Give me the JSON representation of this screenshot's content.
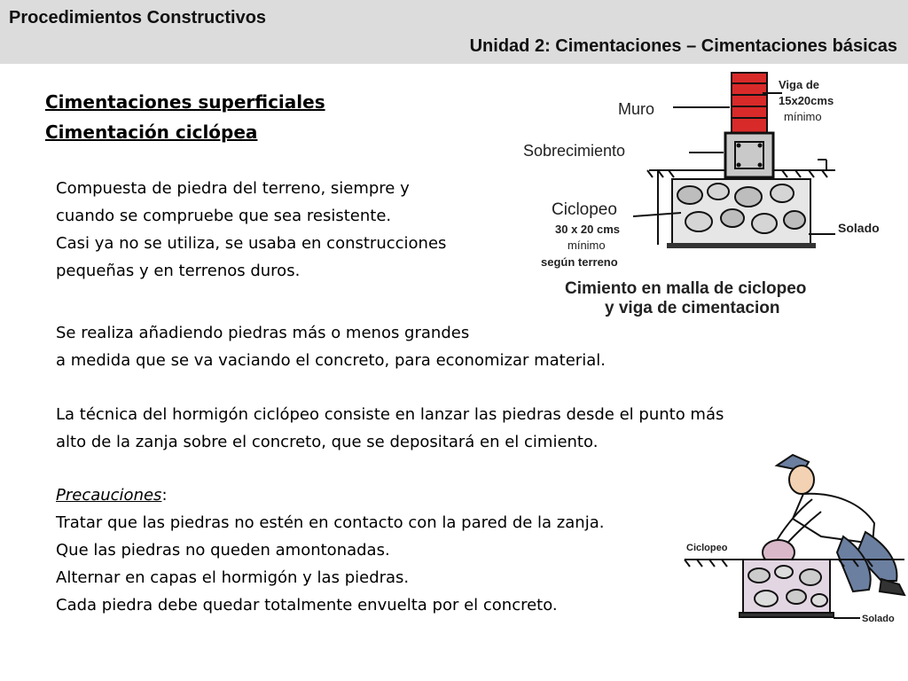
{
  "header": {
    "course": "Procedimientos Constructivos",
    "unit": "Unidad 2: Cimentaciones – Cimentaciones básicas"
  },
  "headings": {
    "section": "Cimentaciones superficiales",
    "subsection": "Cimentación ciclópea"
  },
  "paragraph1": [
    "Compuesta de piedra del terreno, siempre y",
    "cuando se compruebe que sea resistente.",
    "Casi ya no se utiliza, se usaba en construcciones",
    "pequeñas y en terrenos duros."
  ],
  "paragraph2": [
    "Se realiza añadiendo piedras más o menos grandes",
    "a medida que se va vaciando el concreto, para economizar material."
  ],
  "paragraph3": [
    "La técnica del hormigón ciclópeo consiste en lanzar las piedras desde el punto más",
    "alto de la zanja sobre el concreto, que se depositará en el cimiento."
  ],
  "precautions": {
    "title": "Precauciones",
    "items": [
      "Tratar que las piedras no estén en contacto con la pared de la zanja.",
      "Que las piedras no queden amontonadas.",
      "Alternar en capas el hormigón y las piedras.",
      "Cada piedra debe quedar totalmente envuelta por el concreto."
    ]
  },
  "diagram_top": {
    "muro": "Muro",
    "viga_line1": "Viga de",
    "viga_line2": "15x20cms",
    "viga_line3": "mínimo",
    "sobrecimiento": "Sobrecimiento",
    "ciclopeo": "Ciclopeo",
    "ciclopeo_dim1": "30 x 20 cms",
    "ciclopeo_dim2": "mínimo",
    "ciclopeo_dim3": "según terreno",
    "solado": "Solado",
    "caption1": "Cimiento en malla de ciclopeo",
    "caption2": "y viga de cimentacion"
  },
  "diagram_bottom": {
    "ciclopeo": "Ciclopeo",
    "solado": "Solado"
  }
}
